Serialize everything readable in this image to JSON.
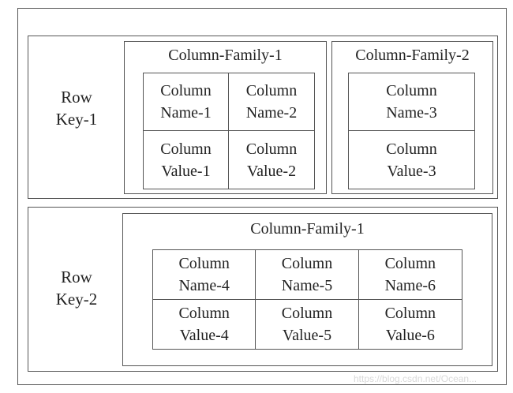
{
  "row_1": {
    "key_line_1": "Row",
    "key_line_2": "Key-1",
    "families": [
      {
        "title": "Column-Family-1",
        "names": [
          [
            "Column",
            "Name-1"
          ],
          [
            "Column",
            "Name-2"
          ]
        ],
        "values": [
          [
            "Column",
            "Value-1"
          ],
          [
            "Column",
            "Value-2"
          ]
        ]
      },
      {
        "title": "Column-Family-2",
        "names": [
          [
            "Column",
            "Name-3"
          ]
        ],
        "values": [
          [
            "Column",
            "Value-3"
          ]
        ]
      }
    ]
  },
  "row_2": {
    "key_line_1": "Row",
    "key_line_2": "Key-2",
    "families": [
      {
        "title": "Column-Family-1",
        "names": [
          [
            "Column",
            "Name-4"
          ],
          [
            "Column",
            "Name-5"
          ],
          [
            "Column",
            "Name-6"
          ]
        ],
        "values": [
          [
            "Column",
            "Value-4"
          ],
          [
            "Column",
            "Value-5"
          ],
          [
            "Column",
            "Value-6"
          ]
        ]
      }
    ]
  },
  "watermark": "https://blog.csdn.net/Ocean..."
}
